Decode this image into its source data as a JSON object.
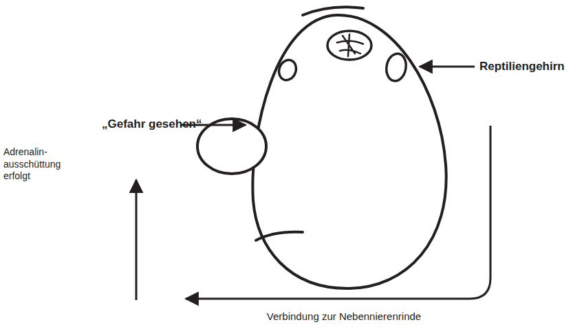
{
  "diagram": {
    "labels": [
      "„Gefahr gesehen“",
      "Reptiliengehirn",
      "Adrenalin- ausschüttung erfolgt",
      "Verbindung zur Nebennierenrinde"
    ]
  }
}
